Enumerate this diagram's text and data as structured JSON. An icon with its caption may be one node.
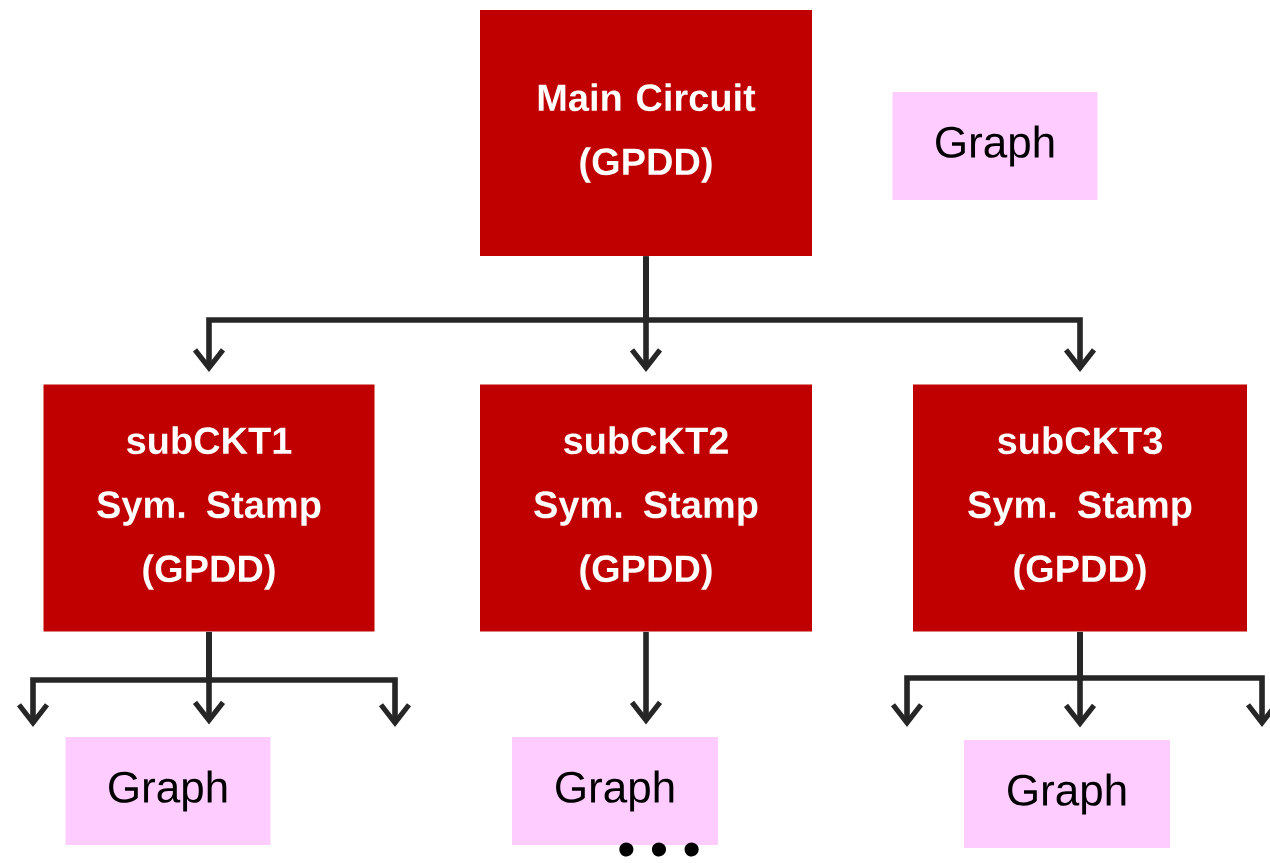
{
  "diagram": {
    "nodes": [
      {
        "text": [
          "Main Circuit (GPDD)"
        ]
      },
      {
        "text": [
          "Graph"
        ]
      },
      {
        "text": [
          "subCKT1 Sym. Stamp (GPDD)"
        ]
      },
      {
        "text": [
          "subCKT2 Sym. Stamp (GPDD)"
        ]
      },
      {
        "text": [
          "subCKT3 Sym. Stamp (GPDD)"
        ]
      },
      {
        "text": [
          "Graph"
        ]
      },
      {
        "text": [
          "Graph"
        ]
      },
      {
        "text": [
          "Graph"
        ]
      }
    ],
    "edges": [
      {
        "from": 0,
        "to": 2,
        "arrow": "to"
      },
      {
        "from": 0,
        "to": 3,
        "arrow": "to"
      },
      {
        "from": 0,
        "to": 4,
        "arrow": "to"
      },
      {
        "from": 2,
        "to": null,
        "arrow": "to"
      },
      {
        "from": 2,
        "to": 5,
        "arrow": "to"
      },
      {
        "from": 2,
        "to": null,
        "arrow": "to"
      },
      {
        "from": 3,
        "to": 6,
        "arrow": "to"
      },
      {
        "from": 4,
        "to": null,
        "arrow": "to"
      },
      {
        "from": 4,
        "to": 7,
        "arrow": "to"
      },
      {
        "from": 4,
        "to": null,
        "arrow": "to"
      }
    ],
    "labels": [
      "• • •"
    ]
  }
}
